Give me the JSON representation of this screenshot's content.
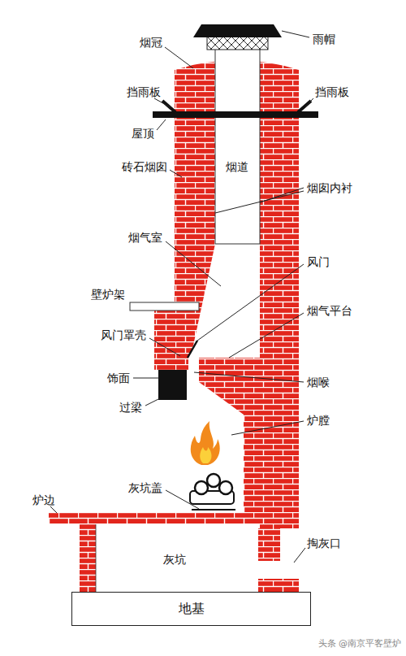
{
  "diagram": {
    "nodes": [
      {
        "text": [
          "地基"
        ]
      }
    ],
    "labels": [
      "烟冠",
      "雨帽",
      "挡雨板",
      "挡雨板",
      "屋顶",
      "砖石烟囱",
      "烟道",
      "烟囱内衬",
      "烟气室",
      "风门",
      "壁炉架",
      "烟气平台",
      "风门罩壳",
      "饰面",
      "烟喉",
      "过梁",
      "炉膛",
      "灰坑盖",
      "炉边",
      "掏灰口",
      "灰坑",
      "头条 @南京平客壁炉"
    ]
  }
}
